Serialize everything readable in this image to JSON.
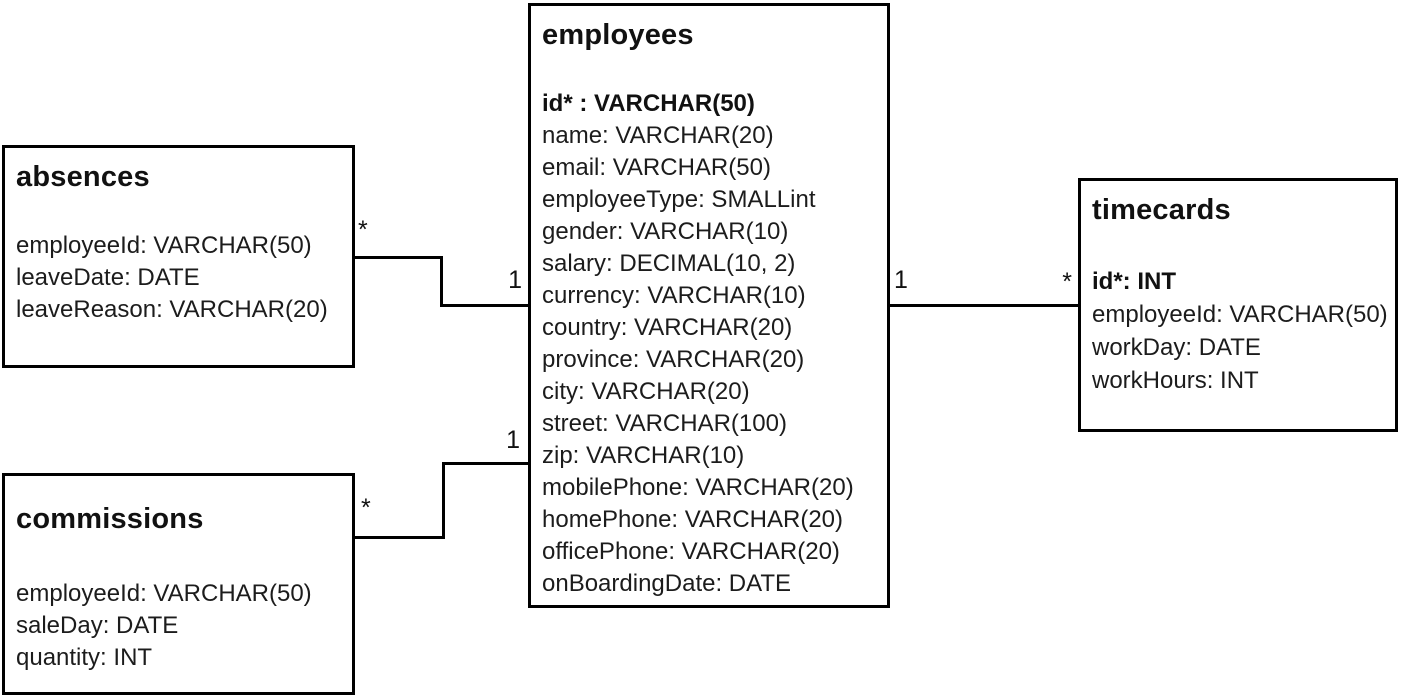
{
  "diagram_type": "entity-relationship",
  "colors": {
    "background": "#ffffff",
    "border": "#000000",
    "text": "#1c1c1c"
  },
  "entities": [
    {
      "id": "absences",
      "name": "absences",
      "fields": [
        {
          "label": "employeeId: VARCHAR(50)",
          "primary": false
        },
        {
          "label": "leaveDate: DATE",
          "primary": false
        },
        {
          "label": "leaveReason: VARCHAR(20)",
          "primary": false
        }
      ]
    },
    {
      "id": "commissions",
      "name": "commissions",
      "fields": [
        {
          "label": "employeeId: VARCHAR(50)",
          "primary": false
        },
        {
          "label": "saleDay: DATE",
          "primary": false
        },
        {
          "label": "quantity: INT",
          "primary": false
        }
      ]
    },
    {
      "id": "employees",
      "name": "employees",
      "fields": [
        {
          "label": "id* : VARCHAR(50)",
          "primary": true
        },
        {
          "label": "name: VARCHAR(20)",
          "primary": false
        },
        {
          "label": "email: VARCHAR(50)",
          "primary": false
        },
        {
          "label": "employeeType: SMALLint",
          "primary": false
        },
        {
          "label": "gender: VARCHAR(10)",
          "primary": false
        },
        {
          "label": "salary: DECIMAL(10, 2)",
          "primary": false
        },
        {
          "label": "currency: VARCHAR(10)",
          "primary": false
        },
        {
          "label": "country: VARCHAR(20)",
          "primary": false
        },
        {
          "label": "province: VARCHAR(20)",
          "primary": false
        },
        {
          "label": "city: VARCHAR(20)",
          "primary": false
        },
        {
          "label": "street: VARCHAR(100)",
          "primary": false
        },
        {
          "label": "zip: VARCHAR(10)",
          "primary": false
        },
        {
          "label": "mobilePhone: VARCHAR(20)",
          "primary": false
        },
        {
          "label": "homePhone: VARCHAR(20)",
          "primary": false
        },
        {
          "label": "officePhone: VARCHAR(20)",
          "primary": false
        },
        {
          "label": "onBoardingDate: DATE",
          "primary": false
        }
      ]
    },
    {
      "id": "timecards",
      "name": "timecards",
      "fields": [
        {
          "label": "id*: INT",
          "primary": true
        },
        {
          "label": "employeeId: VARCHAR(50)",
          "primary": false
        },
        {
          "label": "workDay: DATE",
          "primary": false
        },
        {
          "label": "workHours: INT",
          "primary": false
        }
      ]
    }
  ],
  "relationships": [
    {
      "from": "absences",
      "to": "employees",
      "from_cardinality": "*",
      "to_cardinality": "1"
    },
    {
      "from": "commissions",
      "to": "employees",
      "from_cardinality": "*",
      "to_cardinality": "1"
    },
    {
      "from": "employees",
      "to": "timecards",
      "from_cardinality": "1",
      "to_cardinality": "*"
    }
  ]
}
